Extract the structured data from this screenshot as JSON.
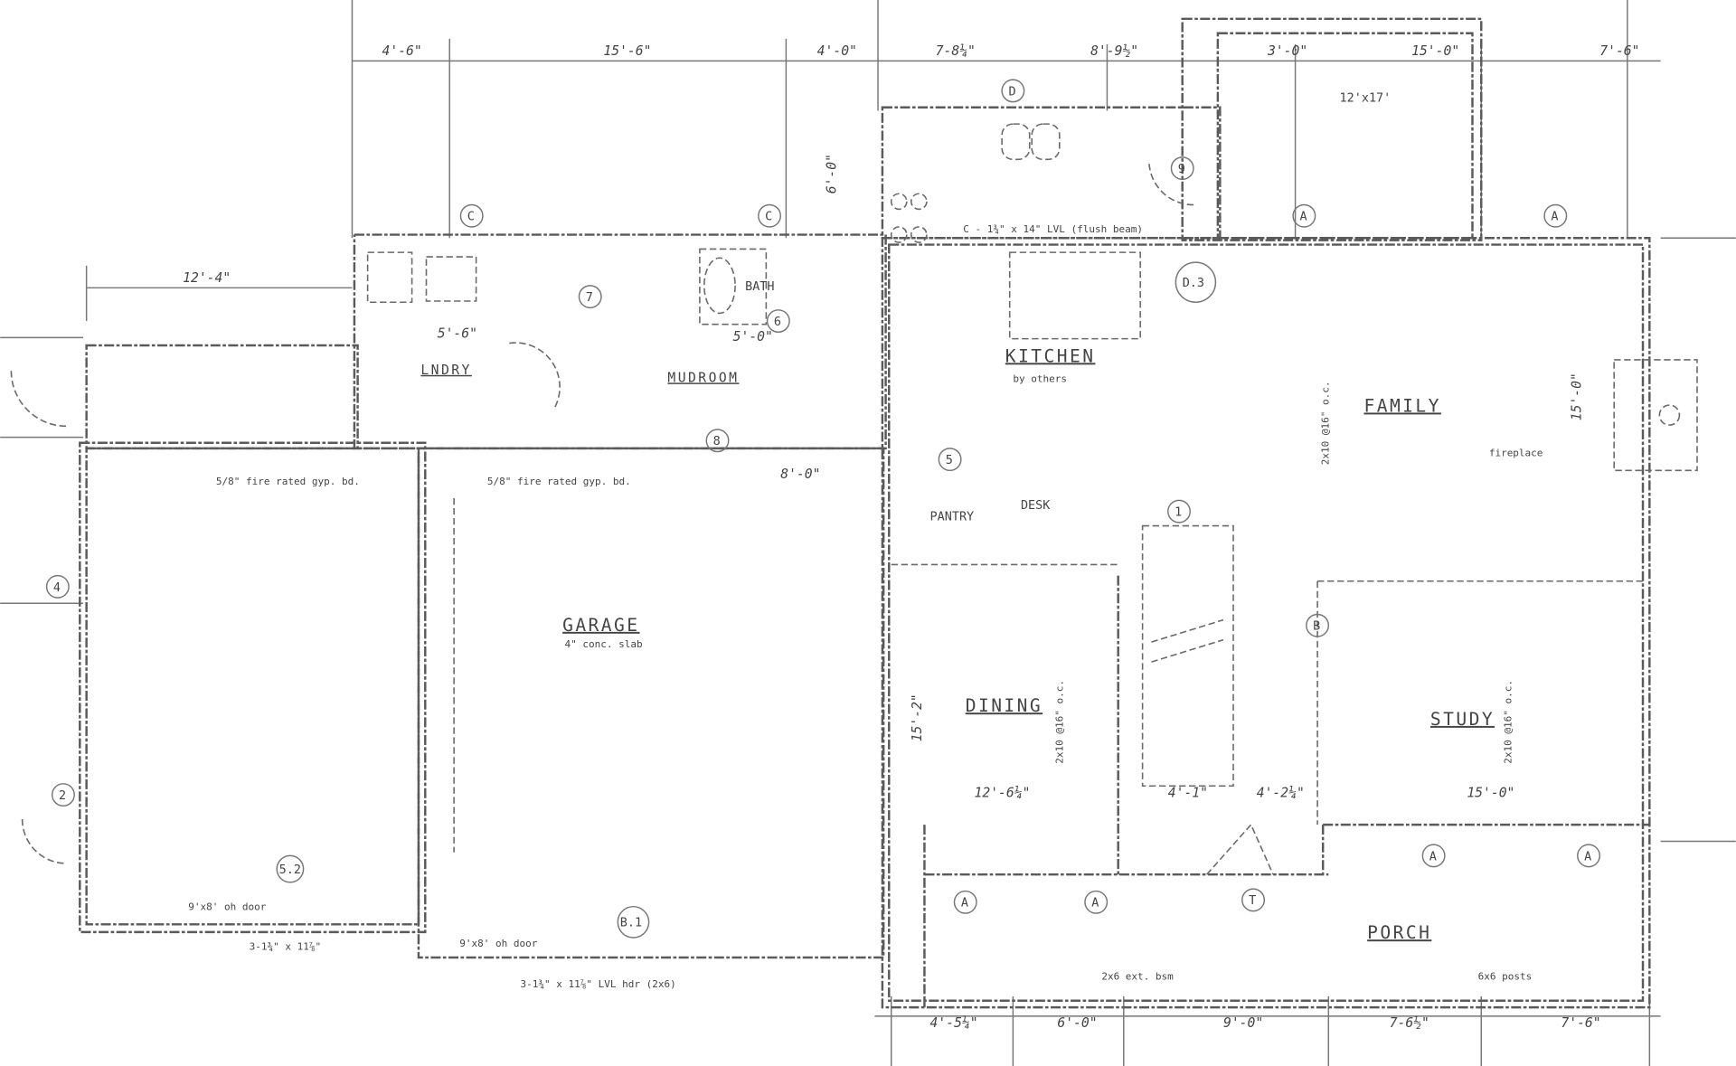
{
  "rooms": {
    "kitchen": "KITCHEN",
    "family": "FAMILY",
    "dining": "DINING",
    "study": "STUDY",
    "porch": "PORCH",
    "garage": "GARAGE",
    "laundry": "LNDRY",
    "mudroom": "MUDROOM",
    "bath": "BATH",
    "pantry": "PANTRY",
    "desk": "DESK",
    "deck": "12'x17'"
  },
  "dimensions_top": [
    "4'-6\"",
    "15'-6\"",
    "4'-0\"",
    "7-8¼\"",
    "8'-9½\"",
    "3'-0\"",
    "15'-0\"",
    "7'-6\""
  ],
  "dimensions_bottom": [
    "4'-5¼\"",
    "6'-0\"",
    "9'-0\"",
    "7-6½\"",
    "7'-6\""
  ],
  "dimensions_inner": {
    "garage_left": "12'-4\"",
    "laundry": "5'-6\"",
    "bath": "5'-0\"",
    "mud": "8'-0\"",
    "dining_w": "12'-6¼\"",
    "stair_w": "4'-1\"",
    "stair_r": "4'-2¼\"",
    "study_w": "15'-0\"",
    "dining_h": "15'-2\"",
    "family_h": "15'-0\"",
    "kitchen_h": "6'-0\""
  },
  "notes": {
    "counter": "C - 1¾\" x 14\" LVL (flush beam)",
    "garage_note": "4\" conc. slab",
    "garage_door_left": "9'x8' oh door",
    "garage_door_right": "9'x8' oh door",
    "header_left": "3-1¾\" x 11⅞\"",
    "header_bottom": "3-1¾\" x 11⅞\" LVL hdr (2x6)",
    "garage_sheathing_1": "5/8\" fire rated gyp. bd.",
    "garage_sheathing_2": "5/8\" fire rated gyp. bd.",
    "fireplace": "fireplace",
    "porch_ext": "2x6 ext. bsm",
    "porch_posts": "6x6 posts",
    "kitchen_note": "by others",
    "dining_joist": "2x10 @16\" o.c.",
    "family_joist": "2x10 @16\" o.c.",
    "study_joist": "2x10 @16\" o.c."
  },
  "tags": [
    "C",
    "C",
    "D",
    "9",
    "7",
    "6",
    "8",
    "A",
    "A",
    "D.3",
    "5",
    "B",
    "A",
    "A",
    "A",
    "A",
    "T",
    "2",
    "B.1",
    "5.2",
    "4",
    "1"
  ]
}
